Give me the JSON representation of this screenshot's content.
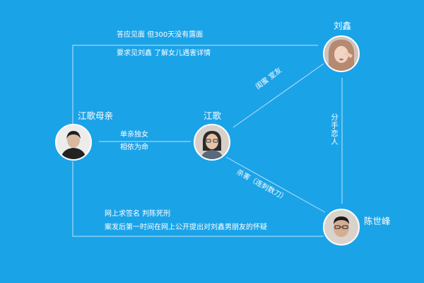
{
  "people": {
    "mother": "江歌母亲",
    "jiangge": "江歌",
    "liuxin": "刘鑫",
    "chenshifeng": "陈世峰"
  },
  "relations": {
    "mother_jiangge": [
      "单亲独女",
      "相依为命"
    ],
    "mother_liuxin": [
      "答应见面 但300天没有露面",
      "要求见刘鑫 了解女儿遇害详情"
    ],
    "jiangge_liuxin": "闺蜜 室友",
    "liuxin_chenshifeng": "分手恋人",
    "chenshifeng_jiangge": "杀害（连刺数刀）",
    "mother_chenshifeng": [
      "网上求签名 判陈死刑",
      "案发后第一时间在网上公开提出对刘鑫男朋友的怀疑"
    ]
  },
  "colors": {
    "background": "#1ba3e8",
    "line": "#ffffff",
    "text": "#ffffff"
  }
}
